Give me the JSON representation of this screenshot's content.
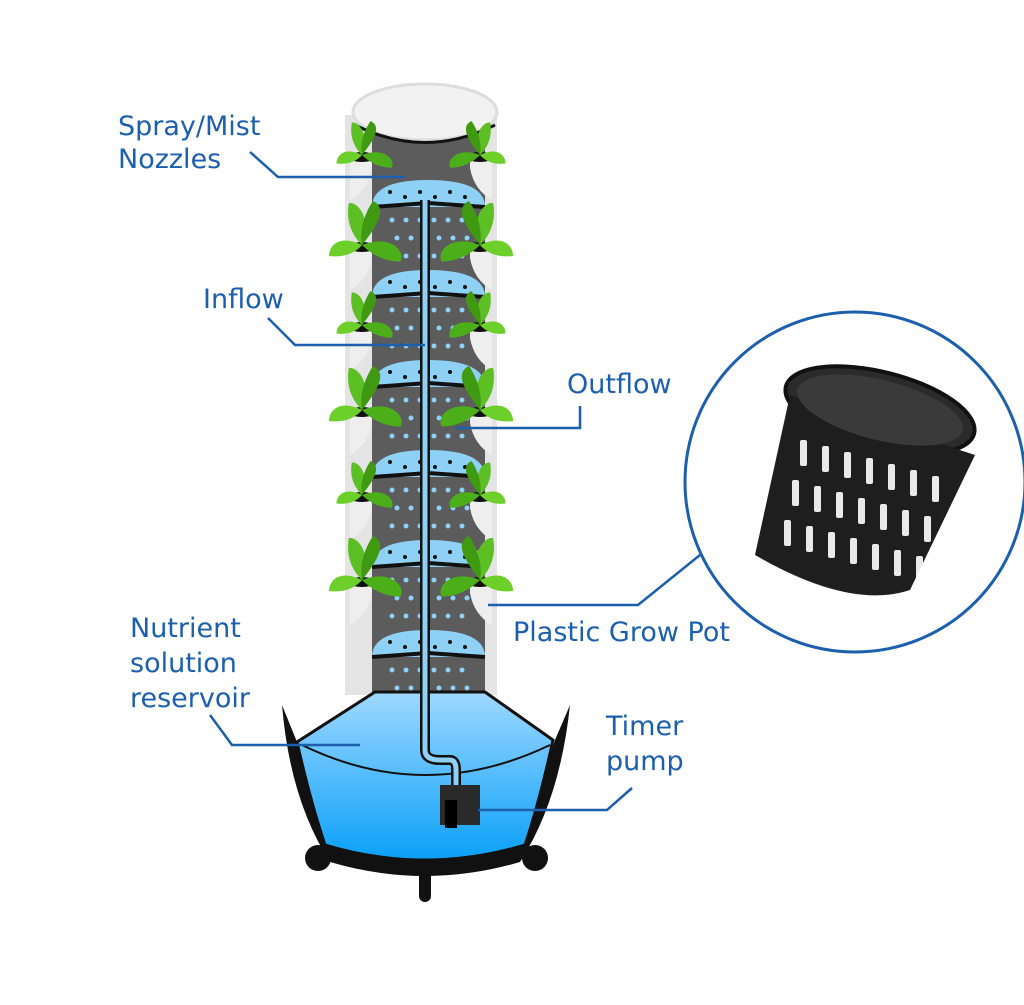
{
  "labels": {
    "spray_line1": "Spray/Mist",
    "spray_line2": "Nozzles",
    "inflow": "Inflow",
    "outflow": "Outflow",
    "grow_pot": "Plastic Grow Pot",
    "nutrient_line1": "Nutrient",
    "nutrient_line2": "solution",
    "nutrient_line3": "reservoir",
    "timer_line1": "Timer",
    "timer_line2": "pump"
  },
  "colors": {
    "label_text": "#1b5fad",
    "water": "#29aaf5",
    "dome": "#8fd0f5",
    "tower_inner": "#5c5c5c",
    "leaf": "#4caf1a"
  }
}
